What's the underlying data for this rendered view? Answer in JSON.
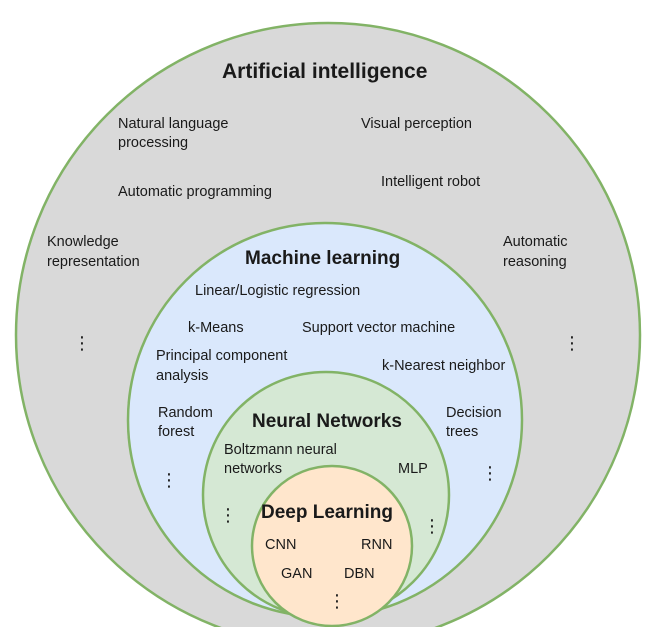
{
  "ai": {
    "title": "Artificial intelligence",
    "nlp_1": "Natural language",
    "nlp_2": "processing",
    "visual": "Visual perception",
    "auto_prog": "Automatic programming",
    "robot": "Intelligent robot",
    "know_1": "Knowledge",
    "know_2": "representation",
    "reason_1": "Automatic",
    "reason_2": "reasoning",
    "ellipsis": "⋮"
  },
  "ml": {
    "title": "Machine learning",
    "linreg": "Linear/Logistic regression",
    "kmeans": "k-Means",
    "svm": "Support vector machine",
    "pca_1": "Principal component",
    "pca_2": "analysis",
    "knn": "k-Nearest neighbor",
    "rf_1": "Random",
    "rf_2": "forest",
    "dt_1": "Decision",
    "dt_2": "trees",
    "ellipsis": "⋮"
  },
  "nn": {
    "title": "Neural Networks",
    "boltz_1": "Boltzmann neural",
    "boltz_2": "networks",
    "mlp": "MLP",
    "ellipsis": "⋮"
  },
  "dl": {
    "title": "Deep Learning",
    "cnn": "CNN",
    "rnn": "RNN",
    "gan": "GAN",
    "dbn": "DBN",
    "ellipsis": "⋮"
  },
  "colors": {
    "ai_fill": "#d9d9d9",
    "ml_fill": "#dae8fc",
    "nn_fill": "#d5e8d4",
    "dl_fill": "#ffe6cc",
    "stroke": "#82b366"
  }
}
